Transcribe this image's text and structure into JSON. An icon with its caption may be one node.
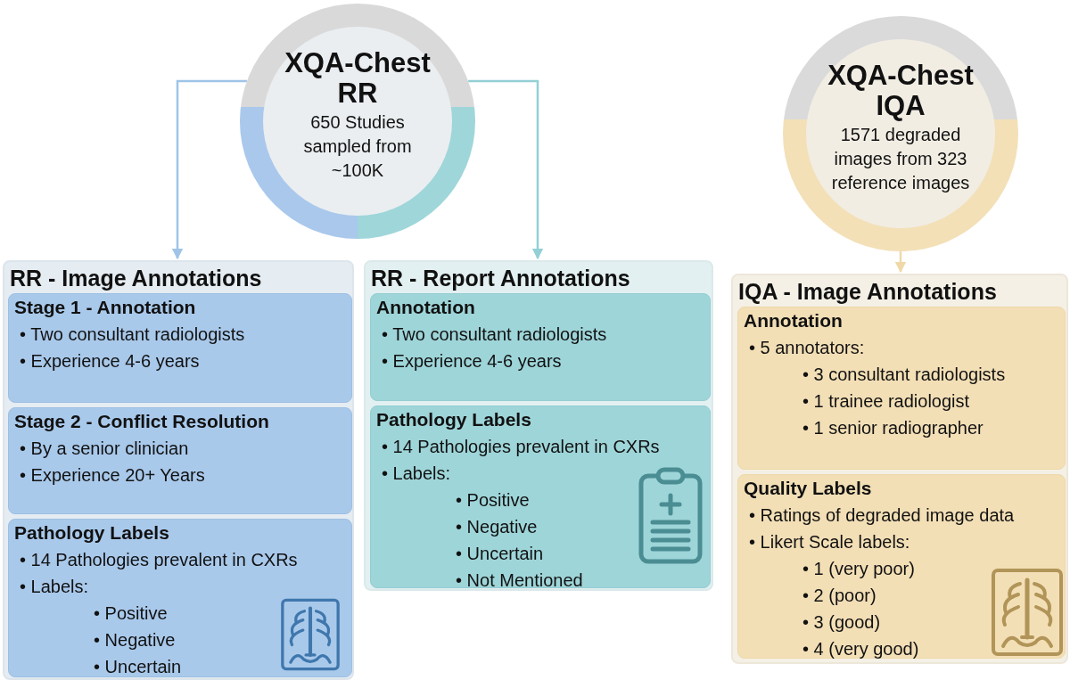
{
  "diagram": {
    "nodes": [
      {
        "text": [
          "XQA-Chest RR",
          "650 Studies sampled from ~100K"
        ]
      },
      {
        "text": [
          "RR - Image Annotations"
        ]
      },
      {
        "text": [
          "Stage 1 - Annotation",
          "• Two consultant radiologists",
          "• Experience 4-6 years"
        ],
        "in": 1
      },
      {
        "text": [
          "Stage 2 - Conflict Resolution",
          "• By a senior clinician",
          "• Experience 20+ Years"
        ],
        "in": 1
      },
      {
        "text": [
          "Pathology Labels",
          "• 14 Pathologies prevalent in CXRs",
          "• Labels:",
          "• Positive",
          "• Negative",
          "• Uncertain"
        ],
        "in": 1
      },
      {
        "text": [
          "RR - Report Annotations"
        ]
      },
      {
        "text": [
          "Annotation",
          "• Two consultant radiologists",
          "• Experience 4-6 years"
        ],
        "in": 5
      },
      {
        "text": [
          "Pathology Labels",
          "• 14 Pathologies prevalent in CXRs",
          "• Labels:",
          "• Positive",
          "• Negative",
          "• Uncertain",
          "• Not Mentioned"
        ],
        "in": 5
      },
      {
        "text": [
          "XQA-Chest IQA",
          "1571 degraded images from 323 reference images"
        ]
      },
      {
        "text": [
          "IQA - Image Annotations"
        ]
      },
      {
        "text": [
          "Annotation",
          "• 5 annotators:",
          "• 3 consultant radiologists",
          "• 1 trainee radiologist",
          "• 1 senior radiographer"
        ],
        "in": 9
      },
      {
        "text": [
          "Quality Labels",
          "• Ratings of degraded image data",
          "• Likert Scale labels:",
          "• 1 (very poor)",
          "• 2 (poor)",
          "• 3 (good)",
          "• 4 (very good)"
        ],
        "in": 9
      }
    ],
    "edges": [
      {
        "from": 0,
        "to": 1,
        "arrow": "to",
        "color": "#9fc4e8"
      },
      {
        "from": 0,
        "to": 5,
        "arrow": "to",
        "color": "#93d0d6"
      },
      {
        "from": 8,
        "to": 9,
        "arrow": "to",
        "color": "#efd9a8"
      }
    ]
  }
}
